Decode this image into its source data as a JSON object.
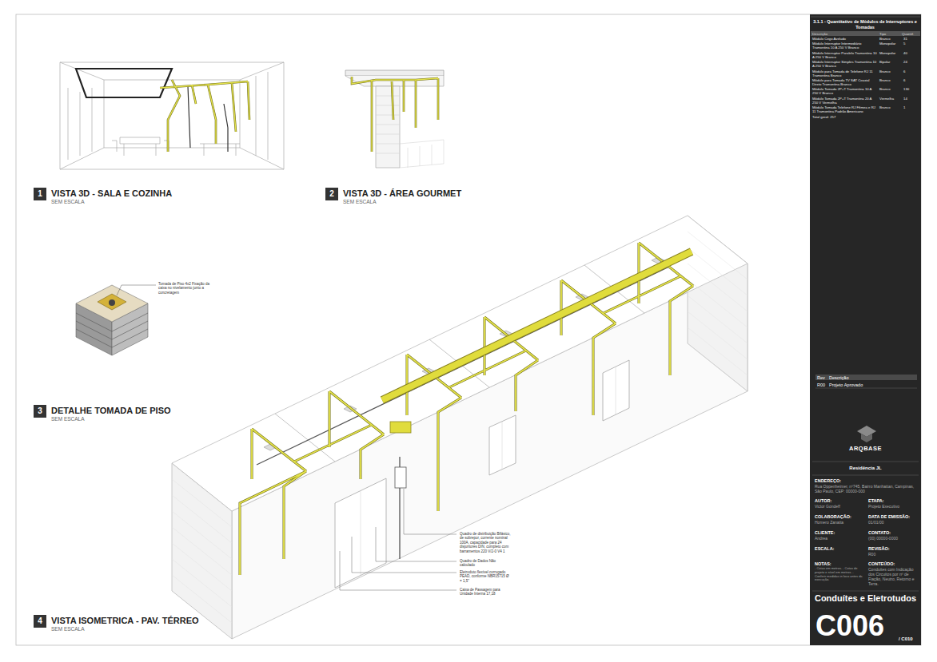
{
  "diagram": {
    "nodes": [
      {
        "text": [
          "1"
        ]
      },
      {
        "text": [
          "2"
        ]
      },
      {
        "text": [
          "3"
        ]
      },
      {
        "text": [
          "4"
        ]
      }
    ],
    "labels": [
      "VISTA 3D - SALA E COZINHA",
      "SEM ESCALA",
      "VISTA 3D - ÁREA GOURMET",
      "SEM ESCALA",
      "Tomada de Piso 4x2 Fixação da caixa no nivelamento junto a concretagem",
      "DETALHE TOMADA DE PISO",
      "SEM ESCALA",
      "Quadro de distribuição Bifásico, de sobrepor, corrente nominal 100A, capacidade para 24 disjuntores DIN, completo com barramentos 220 V/2-0 V4 1",
      "Quadro de Dados Não calculado",
      "Eletroduto flexível corrugado PEAD, conforme NBR15715 Ø = 1,5\"",
      "Caixa de Passagem para Unidade Interna 17,18",
      "VISTA ISOMETRICA - PAV. TÉRREO",
      "SEM ESCALA",
      "3.1.1 - Quantitativo de Módulos de Interruptores e Tomadas",
      "Descrição",
      "Tipo",
      "Quantif.",
      "Módulo Cego Aveludo",
      "Branco",
      "31",
      "Módulo Interruptor Intermediário Tramontina 10 A 250 V Branco",
      "Monopolar",
      "5",
      "Módulo Interruptor Paralelo Tramontina 10 A 250 V Branco",
      "Monopolar",
      "40",
      "Módulo Interruptor Simples Tramontina 10 A 250 V Branco",
      "Bipolar",
      "24",
      "Módulo para Tomada de Telefone RJ 11 Tramontina Branco",
      "Branco",
      "6",
      "Módulo para Tomada TV SAT Coaxial Direto Tramontina Branco",
      "Branco",
      "6",
      "Módulo Tomada 2P+T Tramontina 10 A 250 V Branco",
      "Branco",
      "130",
      "Módulo Tomada 2P+T Tramontina 20 A 250 V Vermelha",
      "Vermelha",
      "14",
      "Módulo Tomada Telefone RJ Fêmea e RJ 11 Tramontina Padrão Americano",
      "Branco",
      "1",
      "Total geral: 257",
      "Rev",
      "Descrição",
      "R00",
      "Projeto Aprovado",
      "ARQBASE",
      "Residência JL",
      "ENDEREÇO:",
      "Rua Oppenheimer, nº745, Bairro Manhattan, Campinas, São Paulo, CEP: 00000-000",
      "AUTOR:",
      "Victor Gondeff",
      "ETAPA:",
      "Projeto Executivo",
      "COLABORAÇÃO:",
      "Homero Zanatta",
      "DATA DE EMISSÃO:",
      "01/01/00",
      "CLIENTE:",
      "Andrea",
      "CONTATO:",
      "(00) 00000-0000",
      "ESCALA:",
      "REVISÃO:",
      "R00",
      "NOTAS:",
      "- Cotas em metros. - Cotas de projeto e nível em metros. - Conferir medidas in loco antes da execução.",
      "CONTEÚDO:",
      "Conduítes com Indicação dos Circuitos por nº de Fiação, Neutro, Retorno e Terra.",
      "Conduítes e Eletrotudos",
      "C006",
      "/ C010"
    ]
  }
}
